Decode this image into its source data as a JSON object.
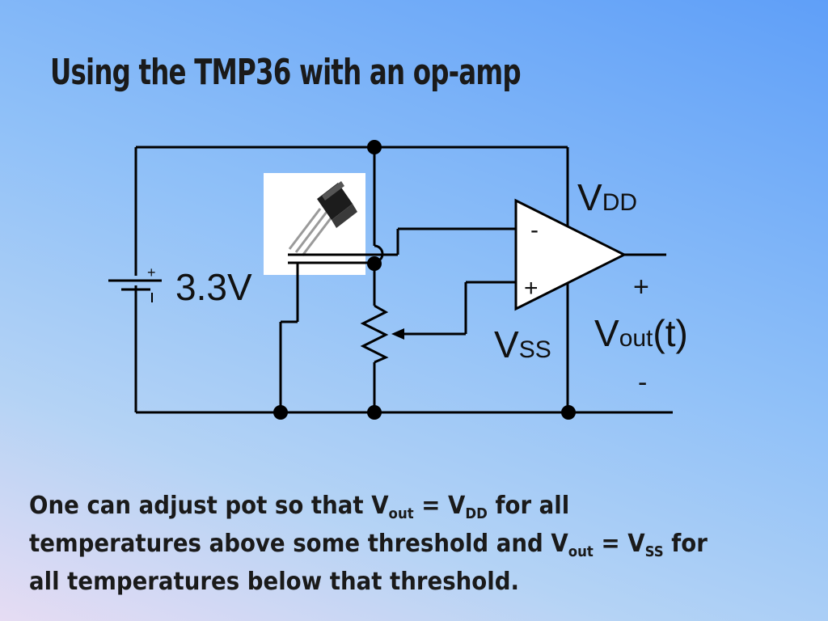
{
  "title": "Using the TMP36 with an op-amp",
  "circuit": {
    "battery_label": "3.3V",
    "battery_plus": "+",
    "opamp_minus": "-",
    "opamp_plus": "+",
    "vdd_main": "V",
    "vdd_sub": "DD",
    "vss_main": "V",
    "vss_sub": "SS",
    "vout_plus": "+",
    "vout_main": "V",
    "vout_sub": "out",
    "vout_arg": "(t)",
    "vout_minus": "-"
  },
  "caption": {
    "p1": "One can adjust pot so that V",
    "s1": "out",
    "p2": " = V",
    "s2": "DD",
    "p3": " for all temperatures above some threshold and V",
    "s3": "out",
    "p4": " = V",
    "s4": "SS",
    "p5": " for all temperatures below that threshold."
  }
}
